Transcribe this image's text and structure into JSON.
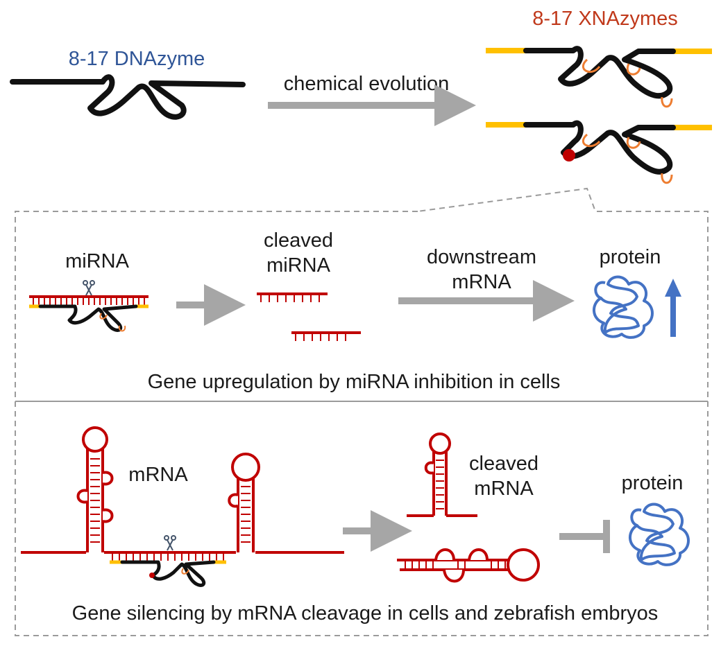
{
  "top": {
    "dnazyme_label": "8-17 DNAzyme",
    "process_label": "chemical evolution",
    "xnazyme_label": "8-17 XNAzymes"
  },
  "panel1": {
    "mirna_label": "miRNA",
    "cleaved_line1": "cleaved",
    "cleaved_line2": "miRNA",
    "downstream_line1": "downstream",
    "downstream_line2": "mRNA",
    "protein_label": "protein",
    "caption": "Gene upregulation by miRNA inhibition in cells"
  },
  "panel2": {
    "mrna_label": "mRNA",
    "cleaved_line1": "cleaved",
    "cleaved_line2": "mRNA",
    "protein_label": "protein",
    "caption": "Gene silencing by mRNA cleavage in cells and zebrafish embryos"
  },
  "colors": {
    "rna_red": "#c00000",
    "strand_black": "#111111",
    "arm_yellow": "#ffc000",
    "loop_orange": "#ed7d31",
    "protein_blue": "#4472c4",
    "arrow_gray": "#a6a6a6",
    "dnazyme_blue": "#2f5597",
    "xnazyme_red": "#c0391b"
  }
}
